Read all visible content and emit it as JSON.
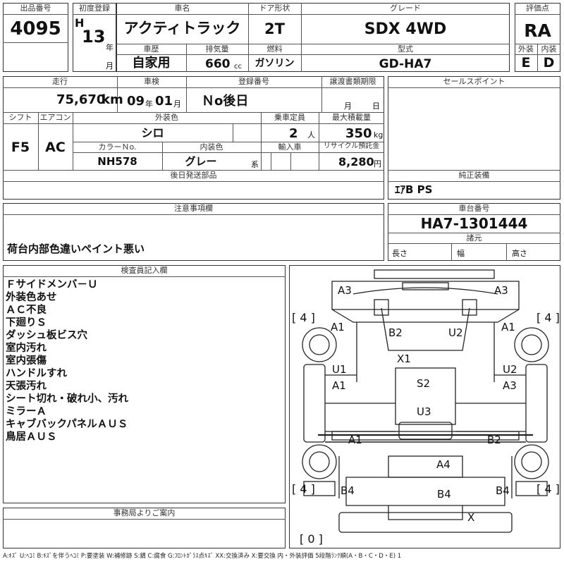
{
  "header": {
    "lot_label": "出品番号",
    "lot_number": "4095",
    "first_reg_label": "初度登録",
    "era_letter": "H",
    "year": "13",
    "year_unit": "年",
    "month_unit": "月",
    "car_name_label": "車名",
    "car_name": "アクティトラック",
    "door_label": "ドア形状",
    "door": "2T",
    "grade_label": "グレード",
    "grade": "SDX 4WD",
    "score_label": "評価点",
    "score": "RA",
    "history_label": "車歴",
    "history": "自家用",
    "displacement_label": "排気量",
    "displacement": "660",
    "displacement_unit": "cc",
    "fuel_label": "燃料",
    "fuel": "ガソリン",
    "model_label": "型式",
    "model": "GD-HA7",
    "exterior_label": "外装",
    "exterior_grade": "E",
    "interior_label": "内装",
    "interior_grade": "D"
  },
  "row2": {
    "mileage_label": "走行",
    "mileage": "75,670",
    "mileage_unit": "km",
    "inspection_label": "車検",
    "insp_year": "09",
    "insp_year_unit": "年",
    "insp_month": "01",
    "insp_month_unit": "月",
    "reg_no_label": "登録番号",
    "reg_no": "Ｎo後日",
    "transfer_label": "譲渡書類期限",
    "transfer_month_unit": "月",
    "transfer_day_unit": "日",
    "sales_points_label": "セールスポイント",
    "shift_label": "シフト",
    "shift": "F5",
    "ac_label": "エアコン",
    "ac": "AC",
    "ext_color_label": "外装色",
    "ext_color": "シロ",
    "capacity_label": "乗車定員",
    "capacity": "2",
    "capacity_unit": "人",
    "max_load_label": "最大積載量",
    "max_load": "350",
    "max_load_unit": "kg",
    "color_no_label": "カラーＮo.",
    "color_no": "NH578",
    "int_color_label": "内装色",
    "int_color": "グレー",
    "int_color_unit": "系",
    "import_label": "輸入車",
    "recycle_label": "リサイクル預託金",
    "recycle": "8,280",
    "recycle_unit": "円",
    "later_parts_label": "後日発送部品",
    "genuine_label": "純正装備",
    "genuine": "ｴｱB PS"
  },
  "notes_section": {
    "caution_label": "注意事項欄",
    "caution_text": "荷台内部色違いペイント悪い",
    "chassis_label": "車台番号",
    "chassis": "HA7-1301444",
    "specs_label": "諸元",
    "length_label": "長さ",
    "width_label": "幅",
    "height_label": "高さ"
  },
  "inspector": {
    "label": "検査員記入欄",
    "lines": [
      "Ｆサイドメンバ－Ｕ",
      "外装色あせ",
      "ＡＣ不良",
      "下廻りＳ",
      "ダッシュ板ビス穴",
      "室内汚れ",
      "室内張傷",
      "ハンドルすれ",
      "天張汚れ",
      "シート切れ・破れ小、汚れ",
      "ミラーＡ",
      "キャブバックパネルＡＵＳ",
      "鳥居ＡＵＳ"
    ]
  },
  "office": {
    "label": "事務局よりご案内"
  },
  "diagram": {
    "marks": {
      "a3_left": "A3",
      "a3_right": "A3",
      "a1_fl": "A1",
      "b2_top": "B2",
      "u2_top": "U2",
      "a1_fr": "A1",
      "x1": "X1",
      "u1": "U1",
      "u2_side": "U2",
      "a1_side": "A1",
      "s2": "S2",
      "a3_side": "A3",
      "u3": "U3",
      "a1_bar": "A1",
      "b2_bar": "B2",
      "a4": "A4",
      "b4_l": "B4",
      "b4_c": "B4",
      "b4_r": "B4",
      "x_bottom": "X"
    },
    "tire_fl": "[ 4 ]",
    "tire_fr": "[ 4 ]",
    "tire_rl": "[ 4 ]",
    "tire_rr": "[ 4 ]",
    "spare": "[ 0 ]"
  },
  "legend": "A:ｷｽﾞ U:ﾍｺﾐ B:ｷｽﾞを伴うﾍｺﾐ P:要塗装 W:補修跡 S:錆 C:腐食 G:ﾌﾛﾝﾄｶﾞﾗｽ点ｷｽﾞ XX:交換済み X:要交換 内・外装評価 5段階ﾗﾝｸ順(A・B・C・D・E) 1"
}
